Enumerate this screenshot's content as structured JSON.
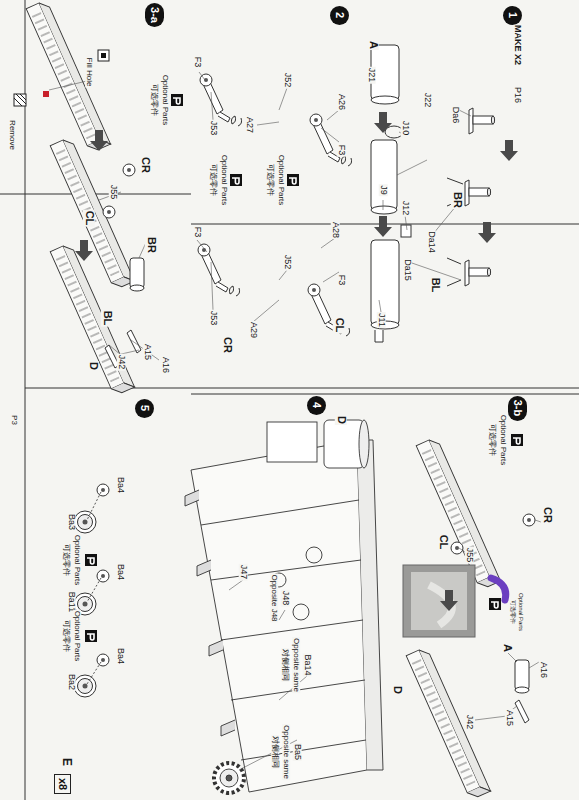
{
  "diagram": {
    "nodes": [
      {
        "text": [
          "1"
        ]
      },
      {
        "text": [
          "2"
        ]
      },
      {
        "text": [
          "3-a"
        ]
      },
      {
        "text": [
          "3-b"
        ]
      },
      {
        "text": [
          "4"
        ]
      },
      {
        "text": [
          "5"
        ]
      },
      {
        "text": [
          "x8"
        ]
      }
    ],
    "labels": [
      "MAKE X2",
      "P16",
      "Da6",
      "BR",
      "Da14",
      "BL",
      "Da15",
      "A",
      "J21",
      "J22",
      "J10",
      "J9",
      "J12",
      "J11",
      "F3",
      "J52",
      "A26",
      "F3",
      "J53",
      "A27",
      "Optional Parts",
      "可选零件",
      "Optional Parts",
      "可选零件",
      "A28",
      "F3",
      "J52",
      "CL",
      "F3",
      "A29",
      "J53",
      "CR",
      "Fill Hole",
      "Remove",
      "Optional Parts",
      "可选零件",
      "CR",
      "J55",
      "CL",
      "BR",
      "BL",
      "A16",
      "A15",
      "J42",
      "D",
      "Optional Parts",
      "可选零件",
      "CR",
      "J55",
      "CL",
      "Optional Parts",
      "可选零件",
      "A",
      "A16",
      "A15",
      "J42",
      "D",
      "D",
      "J47",
      "J48",
      "Opposite J48",
      "Ba14",
      "Opposite same",
      "对侧相同",
      "Ba5",
      "Opposite same",
      "对侧相同",
      "Ba4",
      "Ba3",
      "Optional Parts",
      "可选零件",
      "Ba4",
      "Ba11",
      "Optional Parts",
      "可选零件",
      "Ba4",
      "Ba2",
      "E",
      "P3"
    ]
  }
}
